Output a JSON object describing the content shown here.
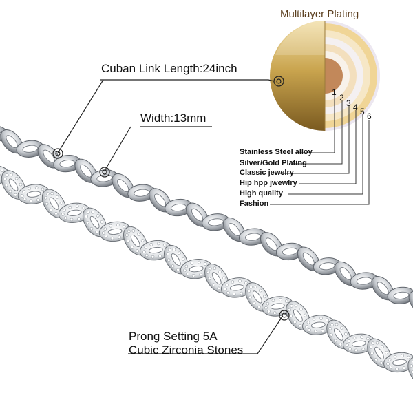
{
  "plating": {
    "title": "Multilayer Plating",
    "numbers": [
      "1",
      "2",
      "3",
      "4",
      "5",
      "6"
    ],
    "layers": [
      "Stainless Steel alloy",
      "Silver/Gold Plating",
      "Classic jewelry",
      "Hip hpp jwewlry",
      "High quality",
      "Fashion"
    ],
    "colors": {
      "gold": "#c9a44e",
      "copper": "#c2885a",
      "cream": "#f3dfbd"
    }
  },
  "callouts": {
    "length": "Cuban Link Length:24inch",
    "width": "Width:13mm",
    "prong_line1": "Prong Setting 5A",
    "prong_line2": "Cubic Zirconia Stones"
  },
  "chains": {
    "top": {
      "style": "plain cuban link",
      "color": "#c8ccd1"
    },
    "bottom": {
      "style": "iced cuban link with stones",
      "color": "#d7dadd"
    }
  }
}
